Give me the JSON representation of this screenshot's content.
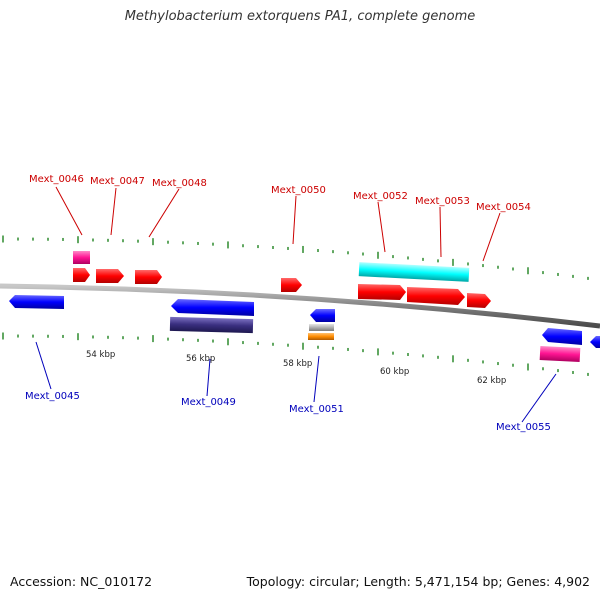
{
  "title": "Methylobacterium extorquens PA1, complete genome",
  "footer": {
    "accession": "Accession: NC_010172",
    "summary": "Topology: circular; Length: 5,471,154 bp; Genes: 4,902"
  },
  "colors": {
    "backbone": "#808080",
    "tick": "#2e8b2e",
    "forward_label": "#cc0000",
    "reverse_label": "#0000bb",
    "red_gene": "#ff0000",
    "blue_gene": "#0000ff",
    "pink_gene": "#ff1493",
    "cyan_gene": "#00ffff",
    "purple_gene": "#3a2f80",
    "gray_gene": "#b0b0b0",
    "orange_gene": "#ff8c00"
  },
  "scale_labels": [
    "54 kbp",
    "56 kbp",
    "58 kbp",
    "60 kbp",
    "62 kbp"
  ],
  "forward_labels": [
    "Mext_0046",
    "Mext_0047",
    "Mext_0048",
    "Mext_0050",
    "Mext_0052",
    "Mext_0053",
    "Mext_0054"
  ],
  "reverse_labels": [
    "Mext_0045",
    "Mext_0049",
    "Mext_0051",
    "Mext_0055"
  ]
}
